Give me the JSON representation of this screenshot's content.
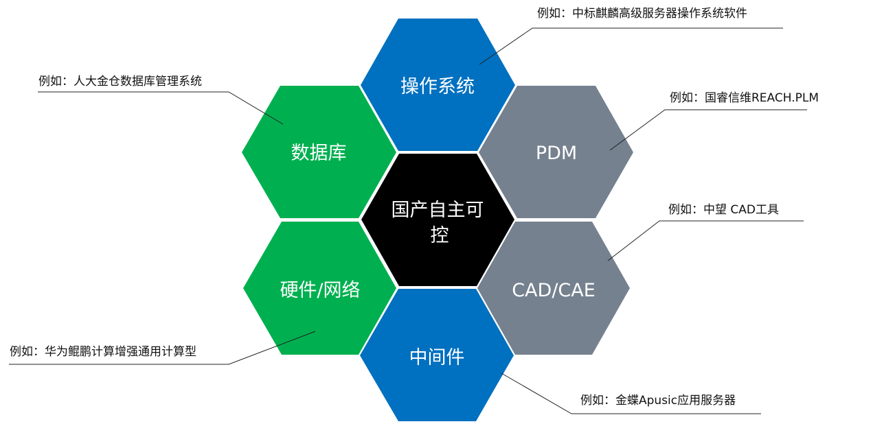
{
  "colors": {
    "blue": "#0070c0",
    "green": "#00b050",
    "gray": "#76818f",
    "black": "#000000",
    "white": "#ffffff"
  },
  "hexagons": {
    "center": {
      "label_line1": "国产自主可",
      "label_line2": "控"
    },
    "os": {
      "label": "操作系统"
    },
    "database": {
      "label": "数据库"
    },
    "pdm": {
      "label": "PDM"
    },
    "hardware": {
      "label": "硬件/网络"
    },
    "cad": {
      "label": "CAD/CAE"
    },
    "middleware": {
      "label": "中间件"
    }
  },
  "notes": {
    "os": "例如：中标麒麟高级服务器操作系统软件",
    "database": "例如：人大金仓数据库管理系统",
    "pdm": "例如：国睿信维REACH.PLM",
    "cad": "例如：中望 CAD工具",
    "hardware": "例如：华为鲲鹏计算增强通用计算型",
    "middleware": "例如：金蝶Apusic应用服务器"
  }
}
